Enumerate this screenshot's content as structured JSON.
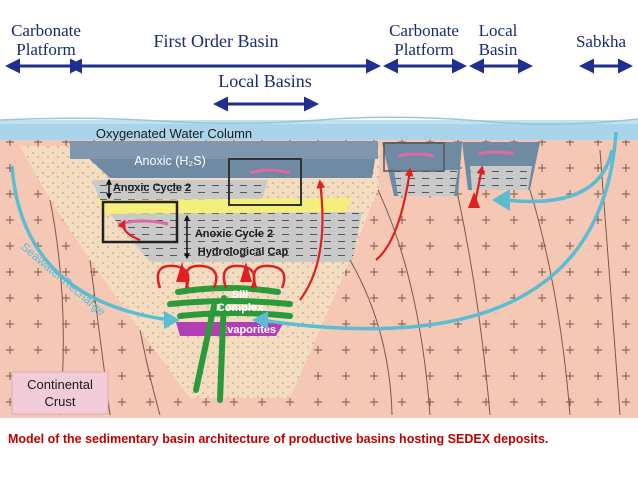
{
  "header": {
    "carbonate_platform_left": [
      "Carbonate",
      "Platform"
    ],
    "first_order_basin": "First Order Basin",
    "local_basins": "Local Basins",
    "carbonate_platform_right": [
      "Carbonate",
      "Platform"
    ],
    "local_basin": [
      "Local",
      "Basin"
    ],
    "sabkha": "Sabkha"
  },
  "layers": {
    "oxygenated_water_column": "Oxygenated Water Column",
    "anoxic_h2s": "Anoxic (H₂S)",
    "anoxic_cycle_upper": "Anoxic Cycle 2",
    "anoxic_cycle_lower": "Anoxic Cycle 2",
    "hydrological_cap": "Hydrological Cap",
    "sill_complex": [
      "Sill",
      "Complex"
    ],
    "evaporites": "Evaporites",
    "seawater_recharge": "Seawater Recharge",
    "continental_crust": [
      "Continental",
      "Crust"
    ]
  },
  "colors": {
    "water_light": "#bde3f2",
    "water_band": "#a9d4ea",
    "anoxic_dark": "#6f8aa3",
    "crust": "#f4c8b4",
    "sediment": "#f3dcc0",
    "arrow_teal": "#5bbcd3",
    "vent_red": "#e02020",
    "sill_green": "#2a9a3a",
    "evaporite_purple": "#b340b3",
    "yellow_bed": "#f4ee7a",
    "caption_red": "#c00000"
  },
  "caption": "Model of the sedimentary basin architecture of productive basins hosting SEDEX deposits."
}
